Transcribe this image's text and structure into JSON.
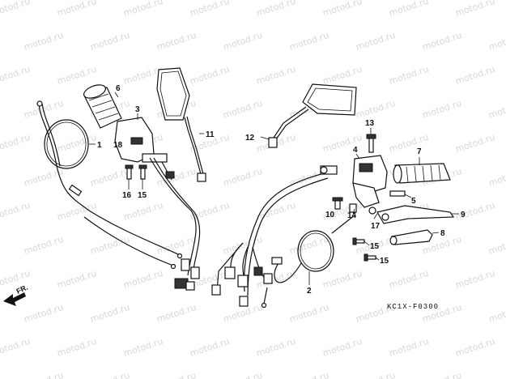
{
  "watermark": "motod.ru",
  "diagram_code": "KC1X-F0300",
  "direction_label": "FR.",
  "callouts": [
    {
      "id": "c1",
      "label": "1"
    },
    {
      "id": "c2",
      "label": "2"
    },
    {
      "id": "c3",
      "label": "3"
    },
    {
      "id": "c4",
      "label": "4"
    },
    {
      "id": "c5",
      "label": "5"
    },
    {
      "id": "c6",
      "label": "6"
    },
    {
      "id": "c7",
      "label": "7"
    },
    {
      "id": "c8",
      "label": "8"
    },
    {
      "id": "c9",
      "label": "9"
    },
    {
      "id": "c10",
      "label": "10"
    },
    {
      "id": "c11",
      "label": "11"
    },
    {
      "id": "c12",
      "label": "12"
    },
    {
      "id": "c13",
      "label": "13"
    },
    {
      "id": "c14",
      "label": "14"
    },
    {
      "id": "c15a",
      "label": "15"
    },
    {
      "id": "c15b",
      "label": "15"
    },
    {
      "id": "c15c",
      "label": "15"
    },
    {
      "id": "c16",
      "label": "16"
    },
    {
      "id": "c17",
      "label": "17"
    },
    {
      "id": "c18",
      "label": "18"
    }
  ]
}
